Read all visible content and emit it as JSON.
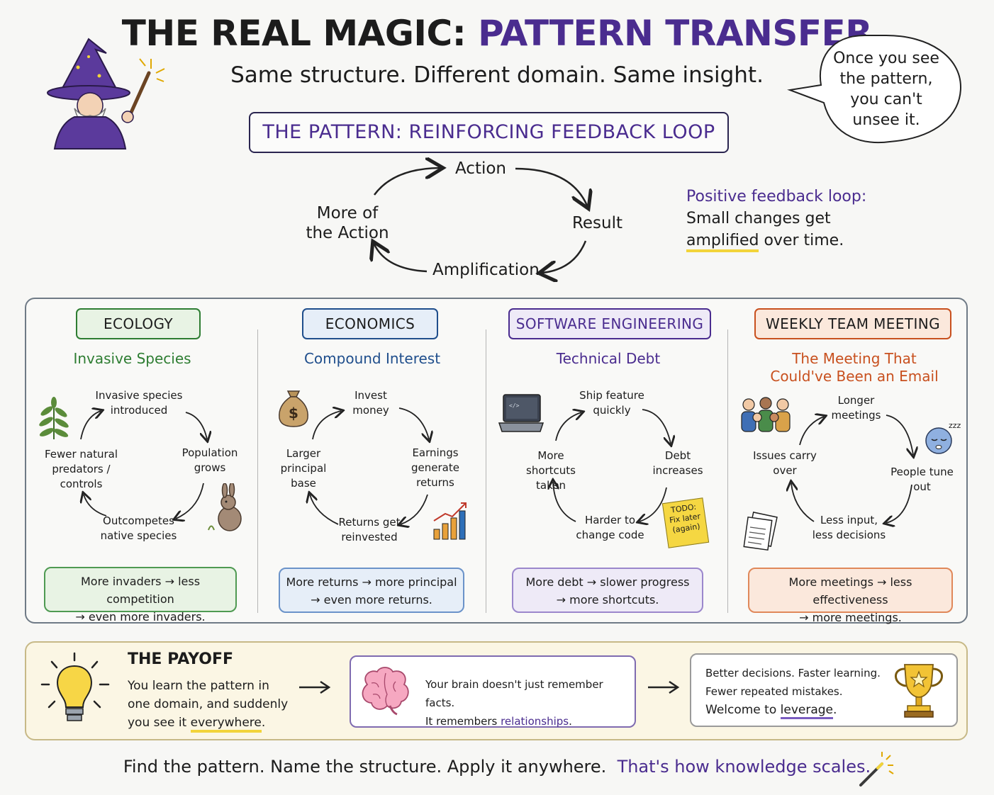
{
  "header": {
    "title_main": "THE REAL MAGIC: ",
    "title_accent": "PATTERN TRANSFER",
    "subtitle": "Same structure. Different domain. Same insight."
  },
  "speech_bubble": {
    "lines": [
      "Once you see",
      "the pattern,",
      "you can't",
      "unsee it."
    ]
  },
  "pattern": {
    "label": "THE PATTERN:  REINFORCING FEEDBACK LOOP",
    "nodes": {
      "top": "Action",
      "right": "Result",
      "bottom": "Amplification",
      "left_line1": "More of",
      "left_line2": "the Action"
    },
    "note": {
      "heading": "Positive feedback loop:",
      "line2": "Small changes get",
      "line3_highlight": "amplified",
      "line3_rest": " over time."
    }
  },
  "domains": [
    {
      "tag": "ECOLOGY",
      "subtitle_lines": [
        "Invasive Species"
      ],
      "color": "#2e7d32",
      "fill": "#e8f3e4",
      "nodes": {
        "top": [
          "Invasive species",
          "introduced"
        ],
        "right": [
          "Population",
          "grows"
        ],
        "bottom": [
          "Outcompetes",
          "native species"
        ],
        "left": [
          "Fewer natural",
          "predators /",
          "controls"
        ]
      },
      "summary": [
        "More invaders → less competition",
        "→ even more invaders."
      ],
      "icons": [
        "plant-icon",
        "rabbit-icon"
      ]
    },
    {
      "tag": "ECONOMICS",
      "subtitle_lines": [
        "Compound Interest"
      ],
      "color": "#1f4e8c",
      "fill": "#e6eef8",
      "nodes": {
        "top": [
          "Invest",
          "money"
        ],
        "right": [
          "Earnings",
          "generate",
          "returns"
        ],
        "bottom": [
          "Returns get",
          "reinvested"
        ],
        "left": [
          "Larger",
          "principal",
          "base"
        ]
      },
      "summary": [
        "More returns → more principal",
        "→ even more returns."
      ],
      "icons": [
        "money-bag-icon",
        "growth-chart-icon"
      ]
    },
    {
      "tag": "SOFTWARE ENGINEERING",
      "subtitle_lines": [
        "Technical Debt"
      ],
      "color": "#4a2c8f",
      "fill": "#eeeaf7",
      "nodes": {
        "top": [
          "Ship feature",
          "quickly"
        ],
        "right": [
          "Debt",
          "increases"
        ],
        "bottom": [
          "Harder to",
          "change code"
        ],
        "left": [
          "More shortcuts",
          "taken"
        ]
      },
      "summary": [
        "More debt → slower progress",
        "→ more shortcuts."
      ],
      "icons": [
        "laptop-icon",
        "sticky-note-icon"
      ],
      "sticky_note": [
        "TODO:",
        "Fix later",
        "(again)"
      ]
    },
    {
      "tag": "WEEKLY TEAM MEETING",
      "subtitle_lines": [
        "The Meeting That",
        "Could've Been an Email"
      ],
      "color": "#c8501e",
      "fill": "#fbe8dc",
      "nodes": {
        "top": [
          "Longer",
          "meetings"
        ],
        "right": [
          "People tune out"
        ],
        "bottom": [
          "Less input,",
          "less decisions"
        ],
        "left": [
          "Issues carry",
          "over"
        ]
      },
      "summary": [
        "More meetings → less effectiveness",
        "→ more meetings."
      ],
      "icons": [
        "people-icon",
        "sleepy-face-icon",
        "documents-icon"
      ],
      "sleep_text": "zzz"
    }
  ],
  "payoff": {
    "title": "THE PAYOFF",
    "text_lines": [
      "You learn the pattern in",
      "one domain, and suddenly"
    ],
    "text_last_prefix": "you see it ",
    "text_last_highlight": "everywhere",
    "text_last_suffix": ".",
    "brain_line1": "Your brain doesn't just remember facts.",
    "brain_line2_prefix": "It remembers ",
    "brain_line2_highlight": "relationships",
    "brain_line2_suffix": ".",
    "result_line1": "Better decisions. Faster learning.",
    "result_line2": "Fewer repeated mistakes.",
    "result_line3_prefix": "Welcome to ",
    "result_line3_highlight": "leverage",
    "result_line3_suffix": "."
  },
  "footer": {
    "text": "Find the pattern. Name the structure. Apply it anywhere.",
    "accent": "That's how knowledge scales."
  },
  "colors": {
    "accent_purple": "#4a2c8f",
    "highlight_yellow": "#f2d43a",
    "ecology": "#2e7d32",
    "economics": "#1f4e8c",
    "software": "#4a2c8f",
    "meeting": "#c8501e"
  }
}
